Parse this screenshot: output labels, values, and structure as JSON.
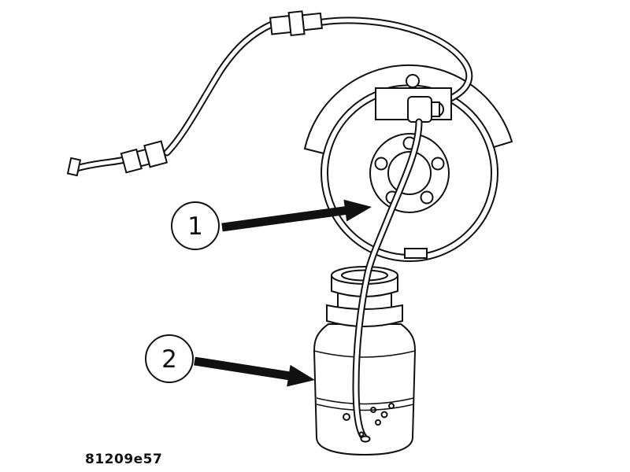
{
  "figure": {
    "code": "81209e57",
    "callouts": [
      {
        "number": "1",
        "target": "bleed-hose"
      },
      {
        "number": "2",
        "target": "fluid-container"
      }
    ],
    "parts": [
      "brake-flex-hose",
      "hose-fittings",
      "brake-rotor-assembly",
      "splash-shield",
      "caliper-bleeder-fitting",
      "clear-bleed-hose",
      "fluid-bottle",
      "brake-fluid-with-bubbles"
    ],
    "colors": {
      "line": "#111111",
      "background": "#ffffff",
      "arrow_fill": "#111111"
    }
  }
}
